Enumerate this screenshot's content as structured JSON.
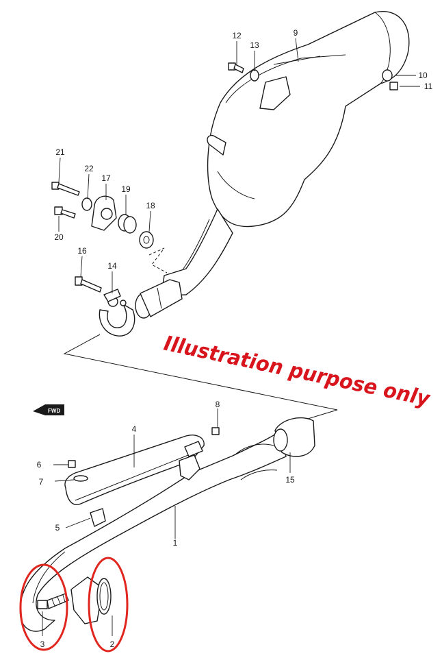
{
  "banner": {
    "text": "Illustration purpose only",
    "color": "#d8141c"
  },
  "fwd_badge": {
    "label": "FWD"
  },
  "highlight_color": "#e0261e",
  "callouts": [
    {
      "id": "1",
      "label": "1"
    },
    {
      "id": "2",
      "label": "2"
    },
    {
      "id": "3",
      "label": "3"
    },
    {
      "id": "4",
      "label": "4"
    },
    {
      "id": "5",
      "label": "5"
    },
    {
      "id": "6",
      "label": "6"
    },
    {
      "id": "7",
      "label": "7"
    },
    {
      "id": "8",
      "label": "8"
    },
    {
      "id": "9",
      "label": "9"
    },
    {
      "id": "10",
      "label": "10"
    },
    {
      "id": "11",
      "label": "11"
    },
    {
      "id": "12",
      "label": "12"
    },
    {
      "id": "13",
      "label": "13"
    },
    {
      "id": "14",
      "label": "14"
    },
    {
      "id": "15",
      "label": "15"
    },
    {
      "id": "16",
      "label": "16"
    },
    {
      "id": "17",
      "label": "17"
    },
    {
      "id": "18",
      "label": "18"
    },
    {
      "id": "19",
      "label": "19"
    },
    {
      "id": "20",
      "label": "20"
    },
    {
      "id": "21",
      "label": "21"
    },
    {
      "id": "22",
      "label": "22"
    }
  ],
  "highlighted_parts": [
    "2",
    "3"
  ]
}
